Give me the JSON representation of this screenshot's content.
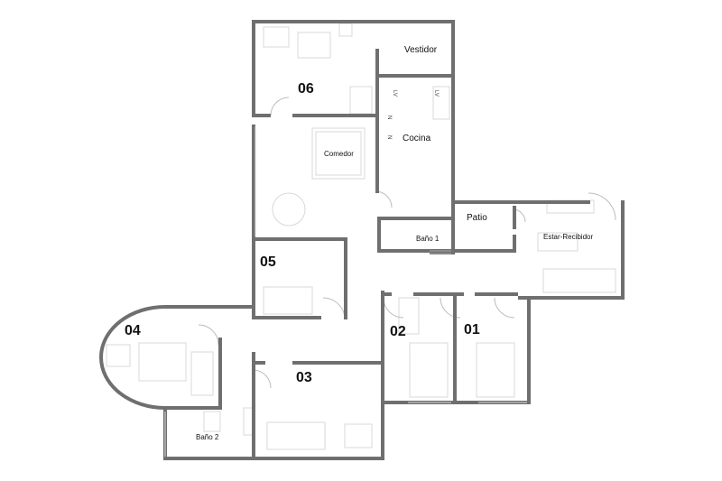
{
  "rooms": {
    "r06": "06",
    "r05": "05",
    "r04": "04",
    "r03": "03",
    "r02": "02",
    "r01": "01"
  },
  "labels": {
    "vestidor": "Vestidor",
    "cocina": "Cocina",
    "comedor": "Comedor",
    "patio": "Patio",
    "bano1": "Baño 1",
    "estar": "Estar-Recibidor",
    "bano2": "Baño 2"
  },
  "colors": {
    "wall": "#6f6f6f",
    "furniture": "#d8d8d8",
    "background": "#ffffff"
  }
}
